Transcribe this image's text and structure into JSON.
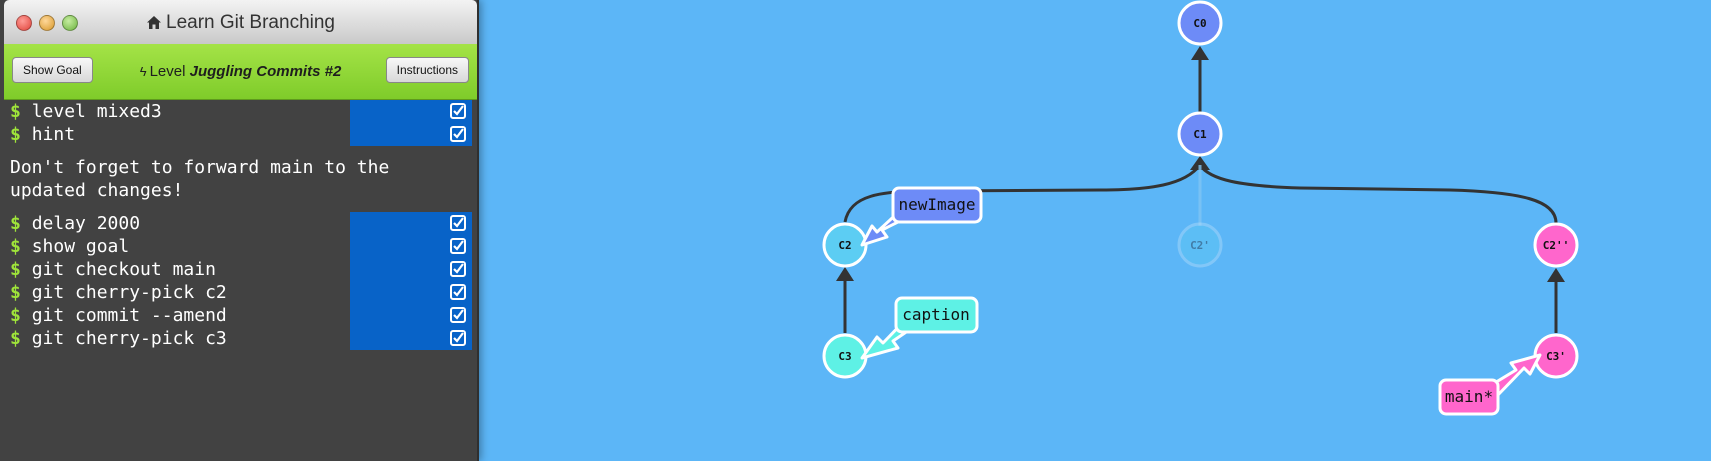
{
  "window": {
    "title": "Learn Git Branching",
    "show_goal_label": "Show Goal",
    "instructions_label": "Instructions",
    "level_prefix": "Level",
    "level_name": "Juggling Commits #2"
  },
  "commands_top": [
    {
      "text": "level mixed3"
    },
    {
      "text": "hint"
    }
  ],
  "hint_message": "Don't forget to forward main to the updated changes!",
  "commands_bottom": [
    {
      "text": "delay 2000"
    },
    {
      "text": "show goal"
    },
    {
      "text": "git checkout main"
    },
    {
      "text": "git cherry-pick c2"
    },
    {
      "text": "git commit --amend"
    },
    {
      "text": "git cherry-pick c3"
    }
  ],
  "prompt_symbol": "$",
  "colors": {
    "background": "#5cb6f7",
    "terminal": "#424242",
    "toolbar": "#8ed634",
    "check_cell": "#0863c8",
    "commit_blue": "#6d8bf7",
    "commit_cyan": "#5ccdf3",
    "commit_teal": "#5ef1e5",
    "commit_pink": "#ff66cc",
    "prompt": "#9fe43a"
  },
  "commits": [
    {
      "id": "C0",
      "color": "#6d8bf7"
    },
    {
      "id": "C1",
      "color": "#6d8bf7"
    },
    {
      "id": "C2",
      "color": "#5ccdf3"
    },
    {
      "id": "C2'",
      "color": "#5ccdf3",
      "ghost": true
    },
    {
      "id": "C2''",
      "color": "#ff66cc"
    },
    {
      "id": "C3",
      "color": "#5ef1e5"
    },
    {
      "id": "C3'",
      "color": "#ff66cc"
    }
  ],
  "branches": [
    {
      "name": "newImage",
      "color": "#6d8bf7"
    },
    {
      "name": "caption",
      "color": "#5ef1e5"
    },
    {
      "name": "main*",
      "color": "#ff66cc"
    }
  ]
}
